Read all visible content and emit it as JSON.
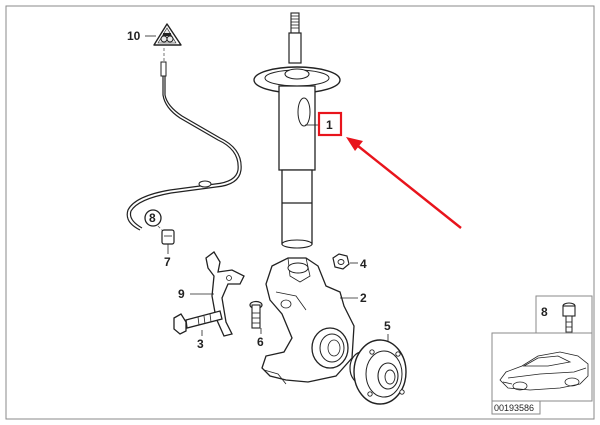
{
  "labels": {
    "p1": "1",
    "p2": "2",
    "p3": "3",
    "p4": "4",
    "p5": "5",
    "p6": "6",
    "p7": "7",
    "p8": "8",
    "p9": "9",
    "p10": "10",
    "inset_p8": "8"
  },
  "diagram_code": "00193586",
  "colors": {
    "highlight": "#e8141c",
    "line": "#222222",
    "frame": "#8a8a8a"
  }
}
